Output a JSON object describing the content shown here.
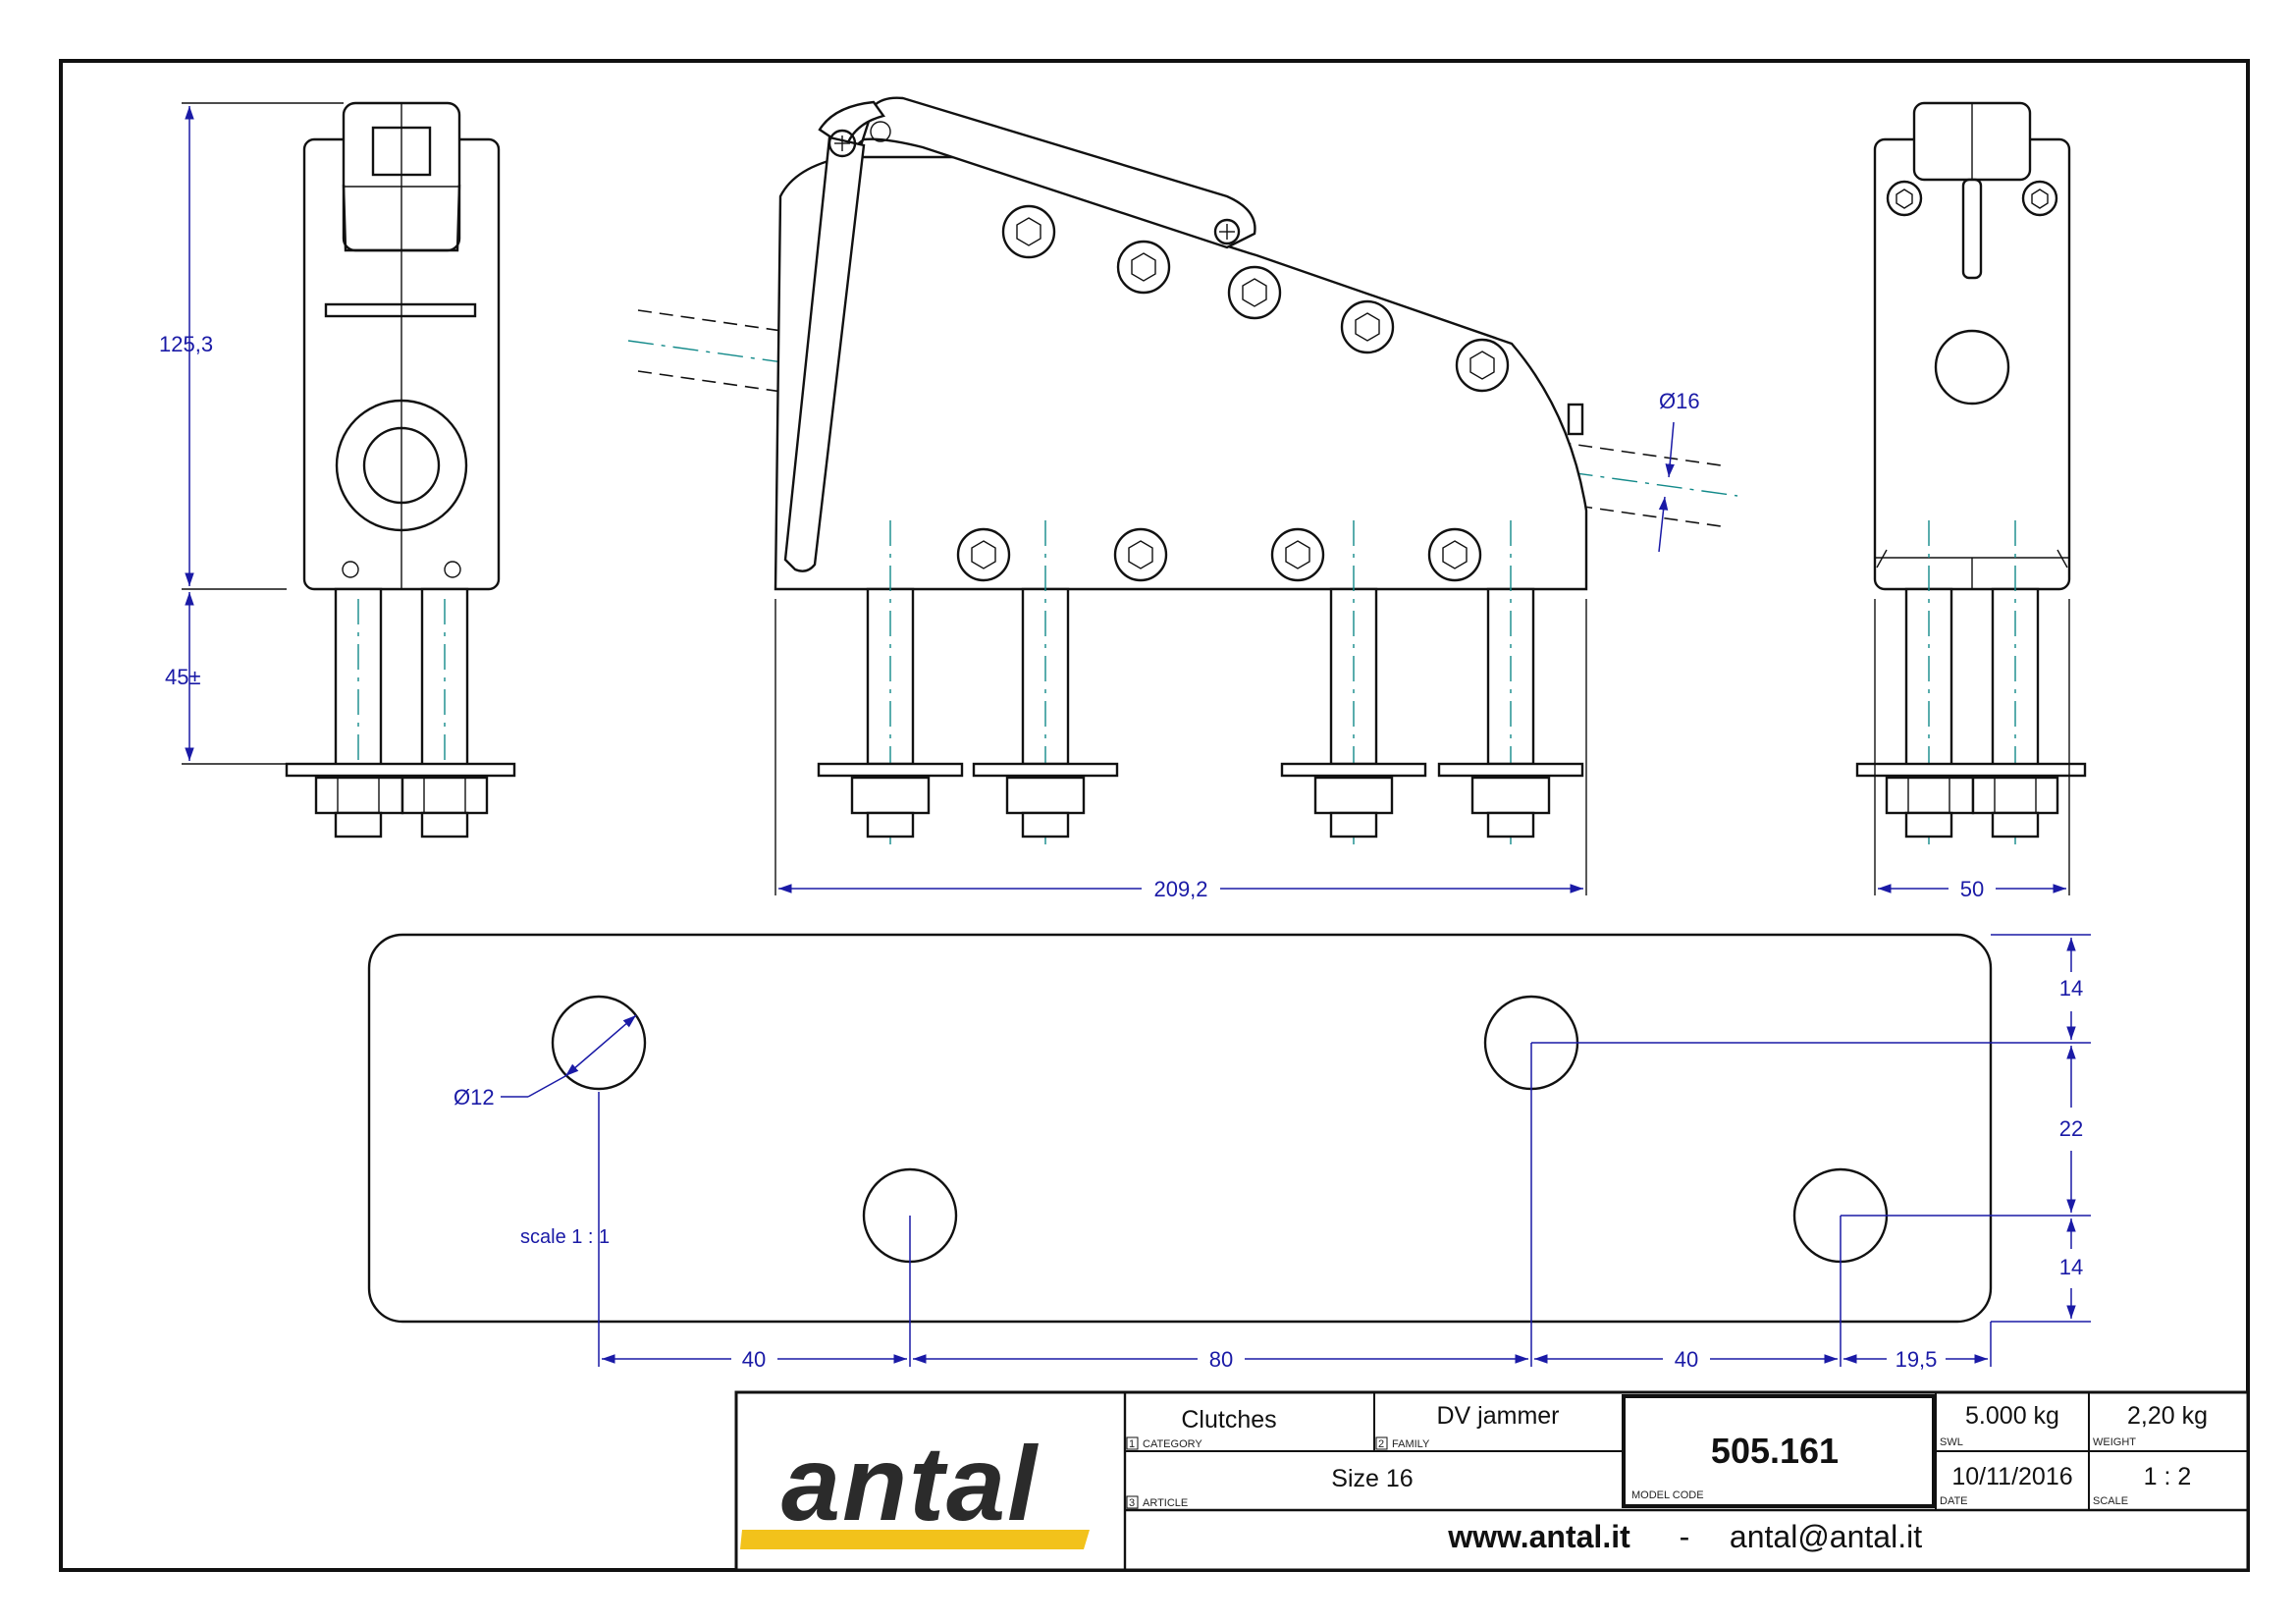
{
  "dimensions": {
    "height_body": "125,3",
    "height_bolt": "45±",
    "length": "209,2",
    "width": "50",
    "rope_diameter": "Ø16",
    "hole_diameter": "Ø12",
    "hole_spacing_1": "40",
    "hole_spacing_2": "80",
    "hole_spacing_3": "40",
    "edge_offset": "19,5",
    "plate_top": "14",
    "plate_middle": "22",
    "plate_bottom": "14"
  },
  "plate_scale_note": "scale 1 : 1",
  "title_block": {
    "brand": "antal",
    "category_value": "Clutches",
    "category_label": "CATEGORY",
    "category_num": "1",
    "family_value": "DV jammer",
    "family_label": "FAMILY",
    "family_num": "2",
    "article_value": "Size 16",
    "article_label": "ARTICLE",
    "article_num": "3",
    "model_code": "505.161",
    "model_code_label": "MODEL CODE",
    "swl_value": "5.000 kg",
    "swl_label": "SWL",
    "weight_value": "2,20 kg",
    "weight_label": "WEIGHT",
    "date_value": "10/11/2016",
    "date_label": "DATE",
    "scale_value": "1 : 2",
    "scale_label": "SCALE",
    "website": "www.antal.it",
    "separator": "-",
    "email": "antal@antal.it"
  },
  "colors": {
    "dimension": "#1a1aa6",
    "centerline": "#138a8a",
    "logo_bar": "#f2c21b",
    "logo_text": "#2b2b2b"
  }
}
